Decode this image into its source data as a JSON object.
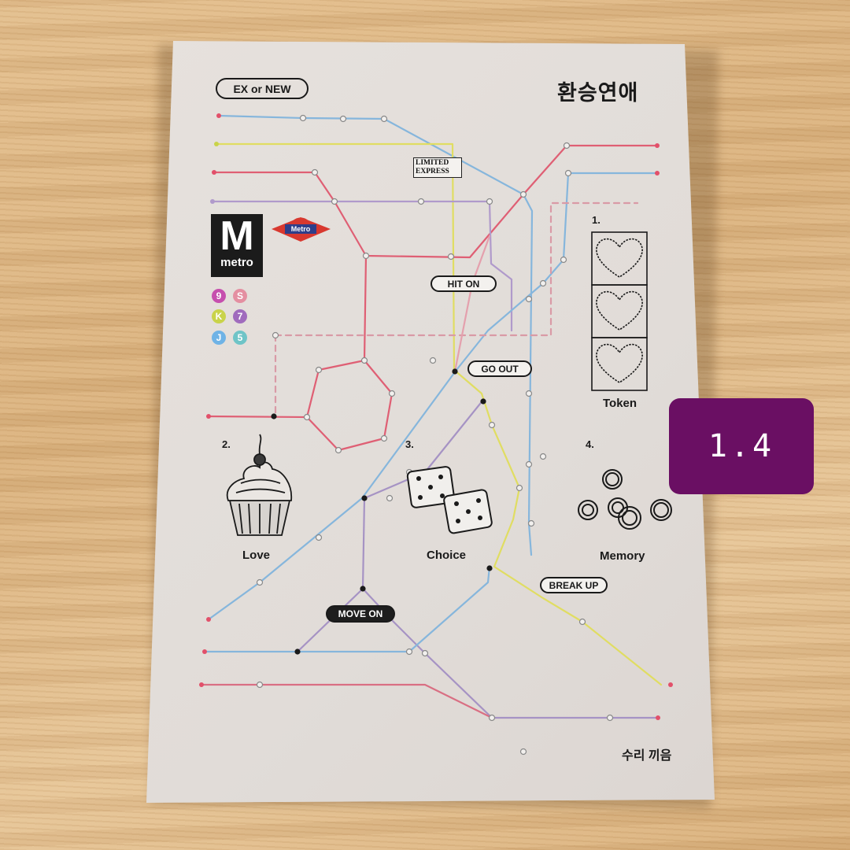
{
  "cover": {
    "series": "EX or NEW",
    "title": "환승연애",
    "author": "수리 끼음",
    "limited_express": [
      "LIMITED",
      "EXPRESS"
    ],
    "metro_logo": {
      "letter": "M",
      "word": "metro"
    },
    "metro_roundel": "Metro",
    "line_badges": [
      {
        "text": "9",
        "color": "#c64fae"
      },
      {
        "text": "S",
        "color": "#e48fa1"
      },
      {
        "text": "K",
        "color": "#c9d34a"
      },
      {
        "text": "7",
        "color": "#a06bbd"
      },
      {
        "text": "J",
        "color": "#6fb3e6"
      },
      {
        "text": "5",
        "color": "#6fc4c7"
      }
    ],
    "stations": {
      "hit_on": "HIT ON",
      "go_out": "GO OUT",
      "move_on": "MOVE ON",
      "break_up": "BREAK UP"
    },
    "items": [
      {
        "number": "1.",
        "caption": "Token"
      },
      {
        "number": "2.",
        "caption": "Love"
      },
      {
        "number": "3.",
        "caption": "Choice"
      },
      {
        "number": "4.",
        "caption": "Memory"
      }
    ]
  },
  "overlay": {
    "page_label": "1.4"
  },
  "colors": {
    "line_red": "#e2506a",
    "line_blue": "#7fb6dd",
    "line_yellow": "#e4df5c",
    "line_purple": "#a08fbf",
    "cover_bg": "#e2ddd9",
    "badge_bg": "#6a0f63"
  },
  "icons": [
    "heart-token-icon",
    "cupcake-icon",
    "dice-icon",
    "rings-icon"
  ]
}
